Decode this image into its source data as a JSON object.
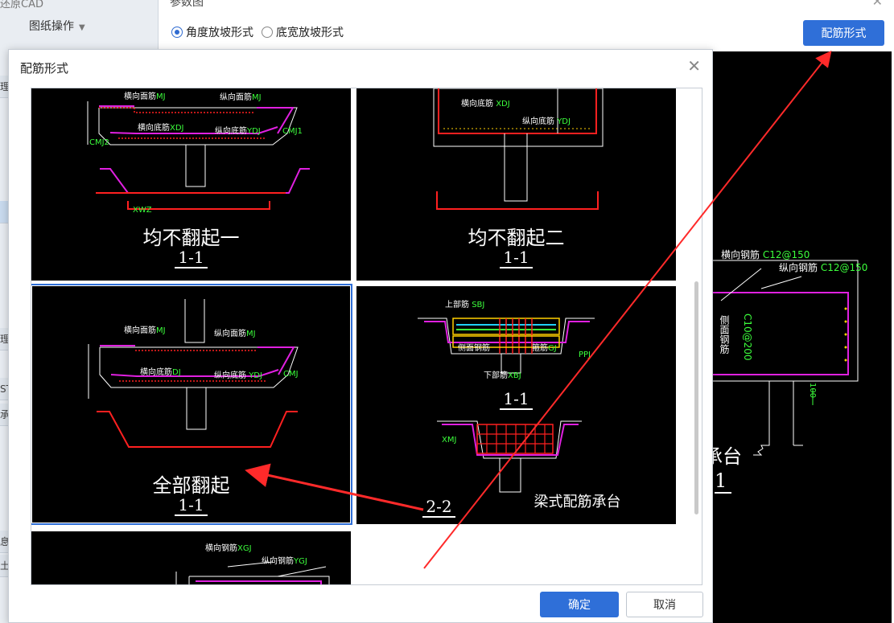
{
  "app": {
    "title_fragment": "还原CAD",
    "menu": "图纸操作",
    "strip_labels": [
      "理",
      "理",
      "ST",
      "承",
      "息",
      "土"
    ]
  },
  "param_dialog": {
    "title": "参数图",
    "radio_options": [
      {
        "label": "角度放坡形式",
        "selected": true
      },
      {
        "label": "底宽放坡形式",
        "selected": false
      }
    ],
    "rebar_button": "配筋形式"
  },
  "dialog": {
    "title": "配筋形式",
    "confirm": "确定",
    "cancel": "取消",
    "options": [
      {
        "caption": "均不翻起一",
        "section": "1-1",
        "selected": false
      },
      {
        "caption": "均不翻起二",
        "section": "1-1",
        "selected": false
      },
      {
        "caption": "全部翻起",
        "section": "1-1",
        "selected": true
      },
      {
        "caption": "梁式配筋承台",
        "section": "1-1",
        "section2": "2-2",
        "selected": false
      },
      {
        "caption": "",
        "section": "",
        "selected": false
      }
    ],
    "drawing_labels": {
      "top_transverse": "横向面筋",
      "top_longitudinal": "纵向面筋",
      "bot_transverse": "横向底筋",
      "bot_longitudinal": "纵向底筋",
      "side": "侧面钢筋",
      "top_bar": "上部筋",
      "bot_bar": "下部筋",
      "stirrup": "箍筋",
      "transverse_rebar": "横向钢筋",
      "longitudinal_rebar": "纵向钢筋",
      "codes": {
        "mj": "MJ",
        "xdj": "XDJ",
        "ydj": "YDJ",
        "dj": "DJ",
        "cmj": "CMJ",
        "cmj1": "CMJ1",
        "cmj2": "CMJ2",
        "xwz": "XWZ",
        "sbj": "SBJ",
        "xbj": "XBJ",
        "gj": "GJ",
        "ppj": "PPJ",
        "xmj": "XMJ",
        "xgj": "XGJ",
        "ygj": "YGJ"
      }
    }
  },
  "right_preview": {
    "transverse": "横向钢筋",
    "transverse_spec": "C12@150",
    "longitudinal": "纵向钢筋",
    "longitudinal_spec": "C12@150",
    "side": "侧面钢筋",
    "side_spec": "C10@200",
    "dim": "100",
    "caption_fragment": "承台",
    "section_fragment": "1"
  }
}
